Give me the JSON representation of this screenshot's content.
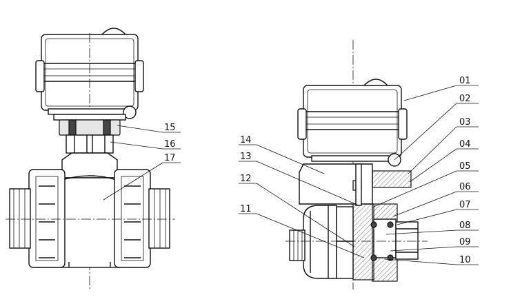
{
  "callouts": {
    "left": [
      "15",
      "16",
      "17"
    ],
    "right_top": [
      "01",
      "02",
      "03",
      "04",
      "05",
      "06",
      "07",
      "08",
      "09",
      "10"
    ],
    "right_left": [
      "14",
      "13",
      "12",
      "11"
    ]
  }
}
